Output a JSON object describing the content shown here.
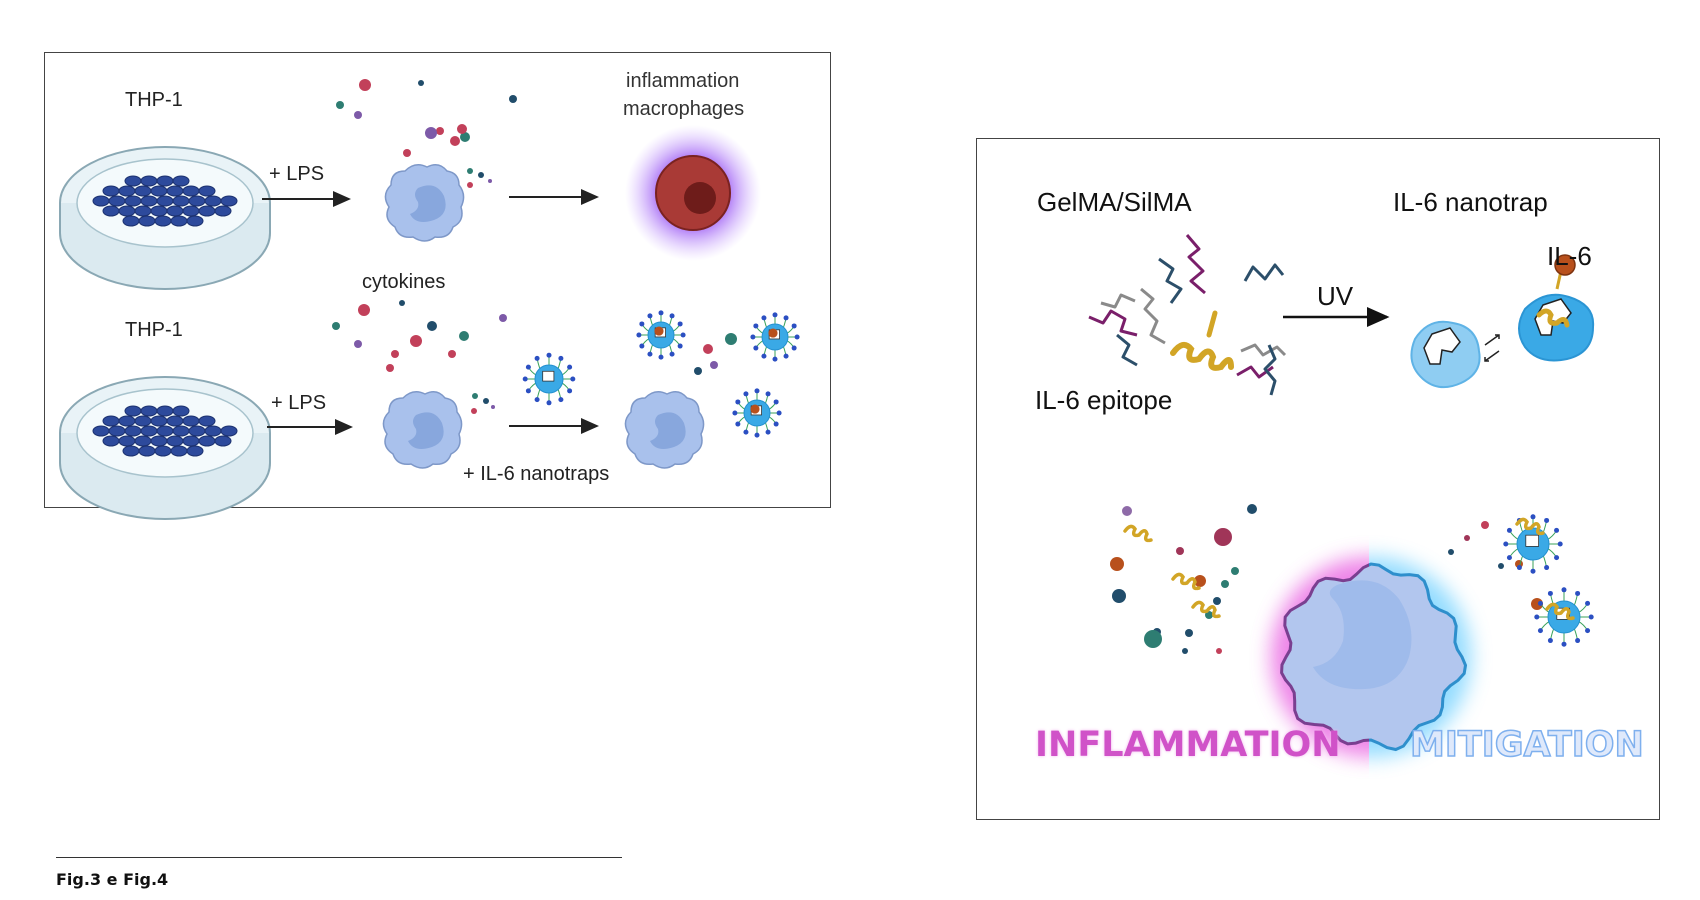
{
  "fig3": {
    "row1": {
      "cell_label": "THP-1",
      "stimulus": "+ LPS",
      "result_label_line1": "inflammation",
      "result_label_line2": "macrophages"
    },
    "middle_label": "cytokines",
    "row2": {
      "cell_label": "THP-1",
      "stimulus": "+ LPS",
      "treatment": "+ IL-6 nanotraps"
    }
  },
  "fig4": {
    "material_label": "GelMA/SilMA",
    "epitope_label": "IL-6 epitope",
    "uv_label": "UV",
    "nanotrap_label": "IL-6 nanotrap",
    "il6_label": "IL-6",
    "left_word": "INFLAMMATION",
    "right_word": "MITIGATION",
    "colors": {
      "inflammation": "#d052c8",
      "mitigation": "#7fb0ee",
      "cell": "#a9c1ec",
      "nanotrap": "#3aa9e6",
      "helix": "#d2a526"
    }
  },
  "caption": "Fig.3 e Fig.4"
}
